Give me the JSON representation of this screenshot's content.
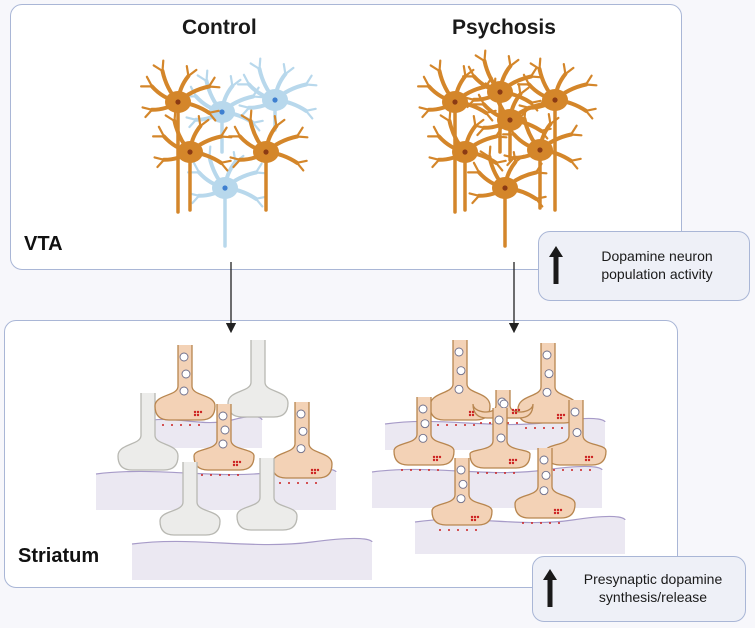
{
  "headings": {
    "control": "Control",
    "psychosis": "Psychosis"
  },
  "regions": {
    "vta": "VTA",
    "striatum": "Striatum"
  },
  "callouts": {
    "vta": {
      "line1": "Dopamine neuron",
      "line2": "population activity"
    },
    "striatum": {
      "line1": "Presynaptic dopamine",
      "line2": "synthesis/release"
    }
  },
  "colors": {
    "active_neuron": "#d4862a",
    "inactive_neuron": "#b8d8ec",
    "terminal_active": "#f3d2b6",
    "terminal_inactive": "#ececea",
    "membrane": "#e4e0ee",
    "panel_border": "#a9b6d6"
  }
}
